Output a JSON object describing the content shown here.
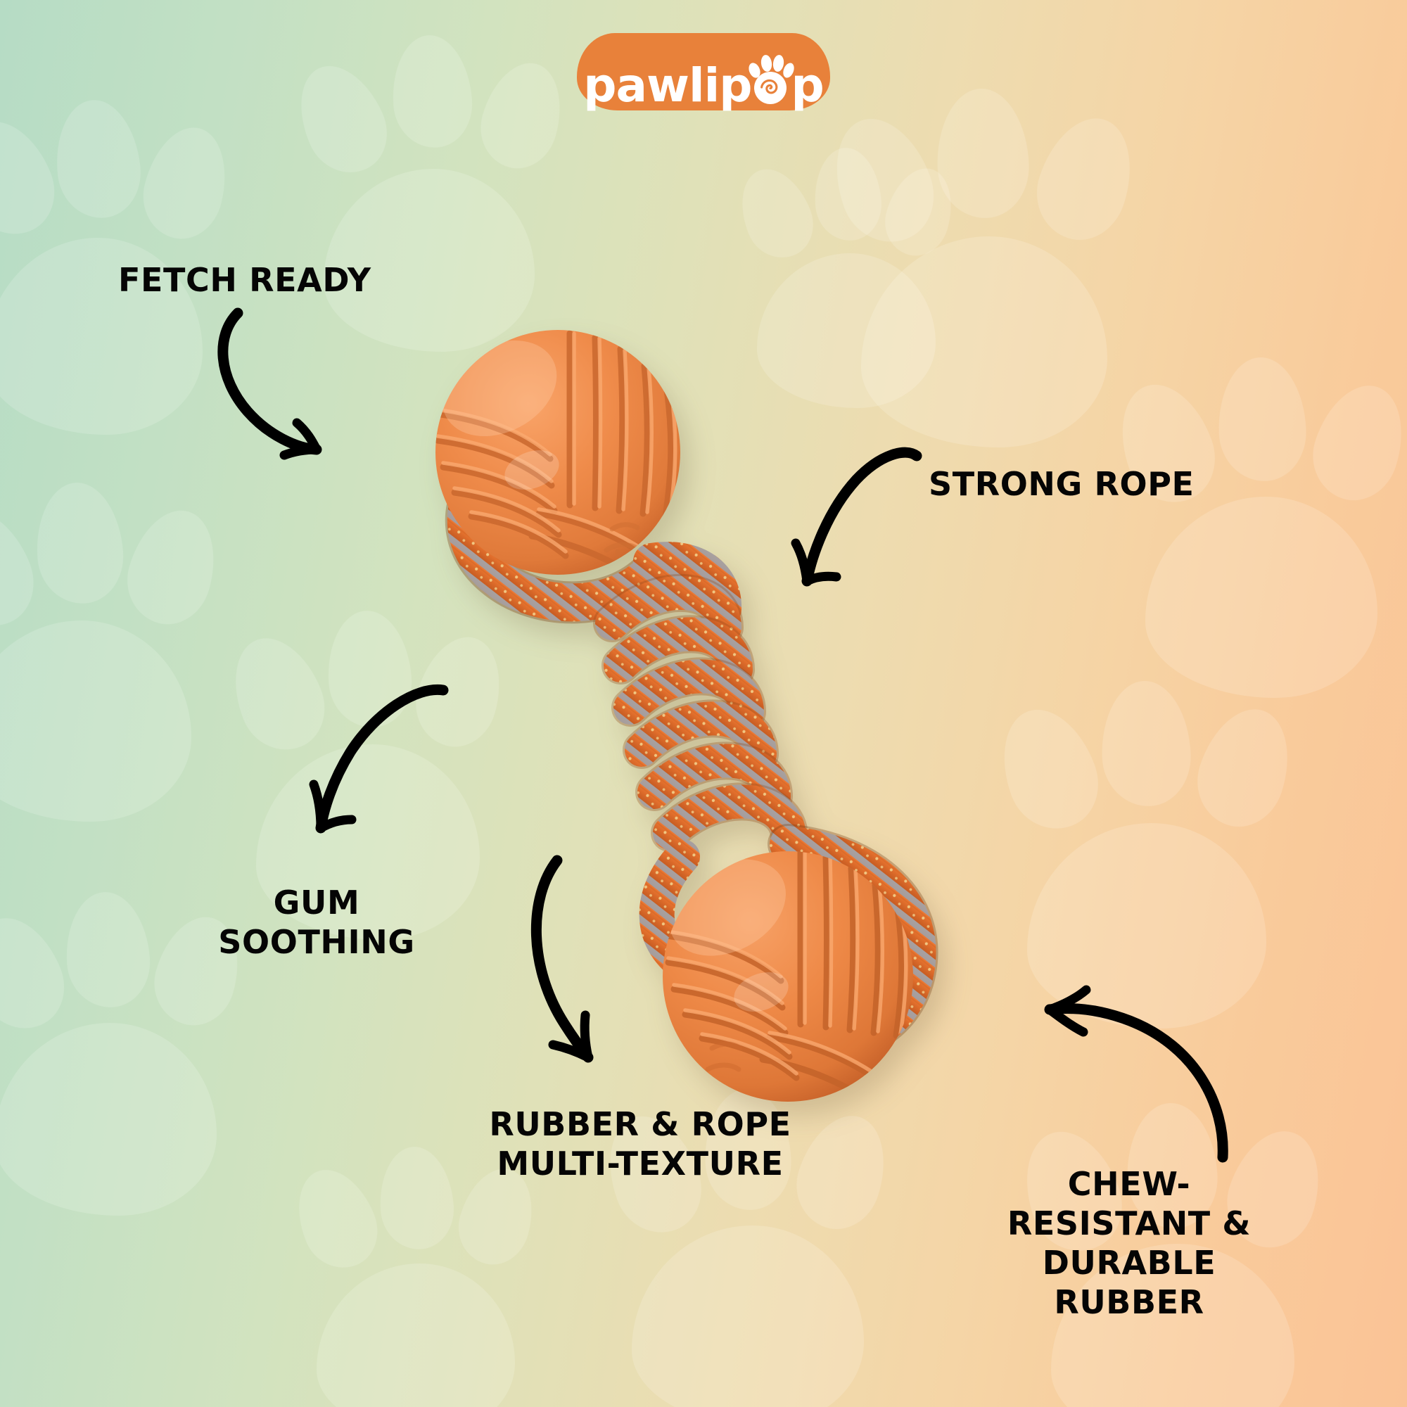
{
  "brand": {
    "name_part1": "pawlip",
    "name_part2": "p",
    "logo_icon": "paw-spiral-icon",
    "pill_color": "#e8813a",
    "text_color": "#ffffff"
  },
  "background": {
    "gradient_from": "#b6dcc5",
    "gradient_mid": "#e6e0b4",
    "gradient_to": "#fac396",
    "watermark_icon": "paw-print-watermark"
  },
  "product": {
    "name": "rope-dumbbell-dog-toy",
    "ball_color": "#ef8b4a",
    "ball_shadow_color": "#cf6a2f",
    "rope_color": "#e8702a",
    "rope_accent_color": "#9aa2ad",
    "rope_fleck_color": "#f0d48a"
  },
  "labels": [
    {
      "id": "fetch-ready",
      "text": "FETCH READY"
    },
    {
      "id": "strong-rope",
      "text": "STRONG ROPE"
    },
    {
      "id": "gum-soothing",
      "text": "GUM\nSOOTHING"
    },
    {
      "id": "rubber-rope",
      "text": "RUBBER & ROPE\nMULTI-TEXTURE"
    },
    {
      "id": "chew-resistant",
      "text": "CHEW-RESISTANT &\nDURABLE RUBBER"
    }
  ],
  "arrows": [
    {
      "id": "arrow-fetch-ready",
      "points_to": "upper-ball",
      "direction": "down-right"
    },
    {
      "id": "arrow-strong-rope",
      "points_to": "rope-coil",
      "direction": "down-left"
    },
    {
      "id": "arrow-gum-soothing",
      "points_to": "gum-area",
      "direction": "down-left"
    },
    {
      "id": "arrow-rubber-rope",
      "points_to": "rope-texture",
      "direction": "down-right"
    },
    {
      "id": "arrow-chew-resistant",
      "points_to": "lower-ball",
      "direction": "up-left"
    }
  ]
}
